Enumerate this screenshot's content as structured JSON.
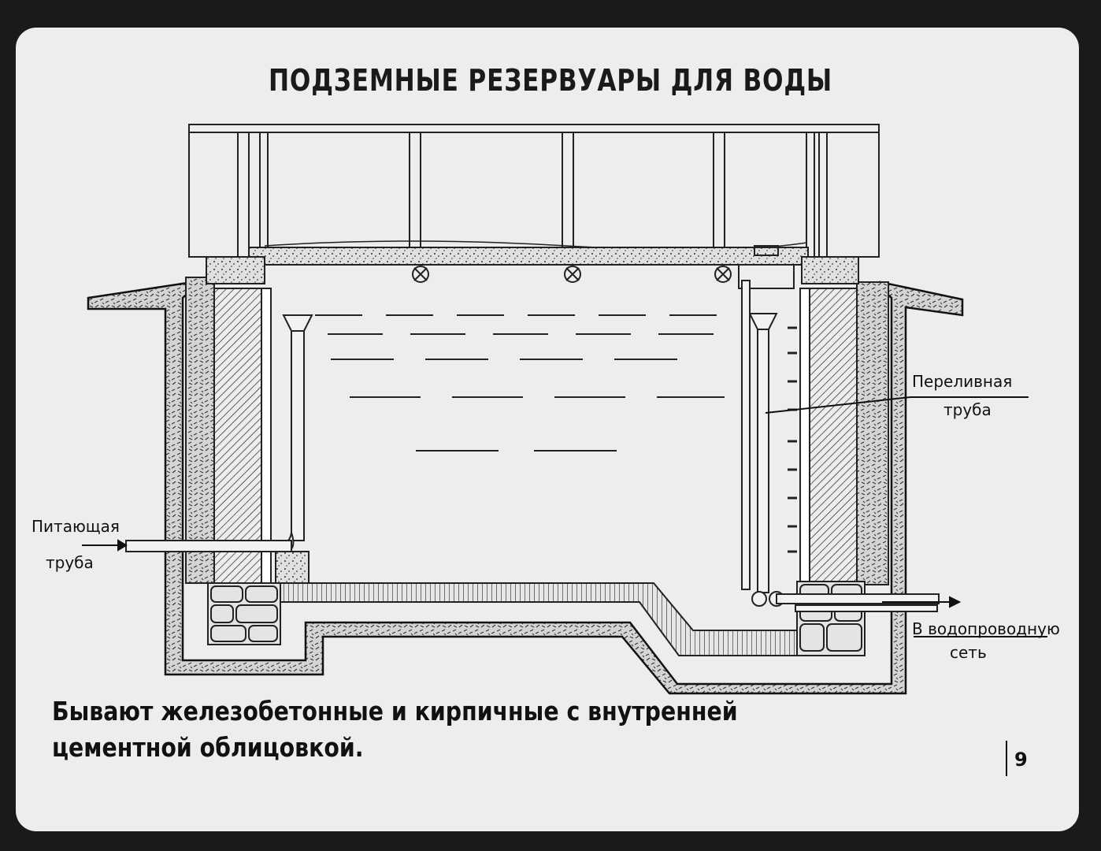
{
  "title": "ПОДЗЕМНЫЕ РЕЗЕРВУАРЫ ДЛЯ ВОДЫ",
  "labels": {
    "inlet_line1": "Питающая",
    "inlet_line2": "труба",
    "overflow_line1": "Переливная",
    "overflow_line2": "труба",
    "outlet_line1": "В водопроводную",
    "outlet_line2": "сеть"
  },
  "caption": "Бывают железобетонные и кирпичные с внутренней цементной облицовкой.",
  "page_number": "9",
  "colors": {
    "paper": "#ededed",
    "ink": "#1a1a1a",
    "background": "#1a1a1a"
  }
}
